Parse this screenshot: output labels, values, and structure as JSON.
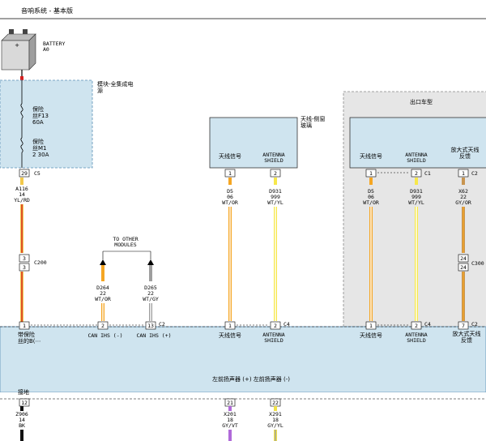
{
  "header": {
    "title": "音响系统 - 基本版"
  },
  "battery": {
    "label": "BATTERY",
    "sub": "A0",
    "plus": "+"
  },
  "module": {
    "name": "模块-全集成电源",
    "name_line1": "模块-全集成电",
    "name_line2": "源"
  },
  "fuses": [
    {
      "label1": "保险",
      "label2": "丝F13",
      "rating": "60A"
    },
    {
      "label1": "保险",
      "label2": "丝M1",
      "rating": "2 30A"
    }
  ],
  "connectors": {
    "c5": {
      "pin": "29",
      "name": "C5"
    },
    "c200": {
      "pin": "3",
      "name": "C200"
    },
    "c2": {
      "name": "C2"
    },
    "c4": {
      "name": "C4"
    },
    "c1": {
      "name": "C1"
    },
    "c300": {
      "name": "C300"
    }
  },
  "wires": {
    "a116": {
      "id": "A116",
      "gauge": "14",
      "color": "YL/RD",
      "color_hex": "#f2c94c"
    },
    "d264": {
      "id": "D264",
      "gauge": "22",
      "color": "WT/OR",
      "color_hex": "#f5a623"
    },
    "d265": {
      "id": "D265",
      "gauge": "22",
      "color": "WT/GY",
      "color_hex": "#9e9e9e"
    },
    "d5": {
      "id": "D5",
      "gauge": "06",
      "color": "WT/OR",
      "color_hex": "#f5a623"
    },
    "d931": {
      "id": "D931",
      "gauge": "999",
      "color": "WT/YL",
      "color_hex": "#f7e84b"
    },
    "x62": {
      "id": "X62",
      "gauge": "22",
      "color": "GY/OR",
      "color_hex": "#c89550"
    },
    "z906": {
      "id": "Z906",
      "gauge": "14",
      "color": "BK",
      "color_hex": "#111111"
    },
    "x201": {
      "id": "X201",
      "gauge": "18",
      "color": "GY/VT",
      "color_hex": "#b06ad9"
    },
    "x291": {
      "id": "X291",
      "gauge": "18",
      "color": "GY/YL",
      "color_hex": "#f0e14a"
    }
  },
  "to_other_modules": {
    "line1": "TO OTHER",
    "line2": "MODULES"
  },
  "antenna_window": {
    "name_line1": "天线-侧窗",
    "name_line2": "玻璃",
    "signal_label": "天线信号",
    "shield_line1": "ANTENNA",
    "shield_line2": "SHIELD"
  },
  "export": {
    "title": "出口车型",
    "signal_label": "天线信号",
    "shield_line1": "ANTENNA",
    "shield_line2": "SHIELD",
    "amp_line1": "放大式天线",
    "amp_line2": "反馈"
  },
  "pins": {
    "p1": "1",
    "p2": "2",
    "p7": "7",
    "p12": "12",
    "p13": "13",
    "p21": "21",
    "p22": "22",
    "p24": "24"
  },
  "bottom_module": {
    "pin1_line1": "带保险",
    "pin1_line2": "丝的B(⋯",
    "can_l": "CAN IHS (-)",
    "can_h": "CAN IHS (+)",
    "signal_label": "天线信号",
    "shield_line1": "ANTENNA",
    "shield_line2": "SHIELD",
    "amp_line1": "放大式天线",
    "amp_line2": "反馈",
    "speakers": "左前扬声器 (+) 左前扬声器 (-)",
    "ground": "接地"
  },
  "colors": {
    "module_fill": "#cfe4ef",
    "module_stroke": "#5a8fb5",
    "export_fill": "#e6e6e6",
    "connector_red": "#d62020"
  }
}
